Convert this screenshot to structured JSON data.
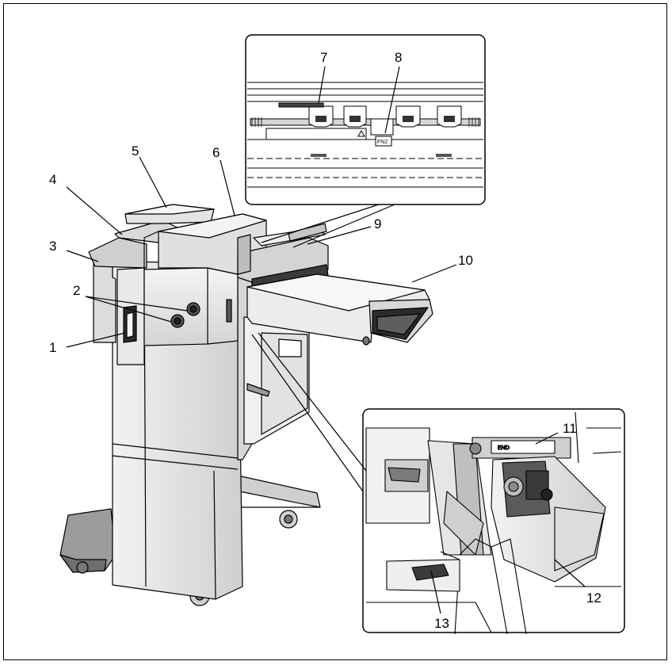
{
  "callouts": {
    "c1": "1",
    "c2": "2",
    "c3": "3",
    "c4": "4",
    "c5": "5",
    "c6": "6",
    "c7": "7",
    "c8": "8",
    "c9": "9",
    "c10": "10",
    "c11": "11",
    "c12": "12",
    "c13": "13"
  },
  "inset_labels": {
    "fn2": "FN2",
    "end": "END"
  },
  "colors": {
    "line": "#000000",
    "body_fill": "#e6e6e6",
    "shade_fill": "#bdbdbd",
    "dark_fill": "#555555",
    "paper": "#ffffff"
  }
}
